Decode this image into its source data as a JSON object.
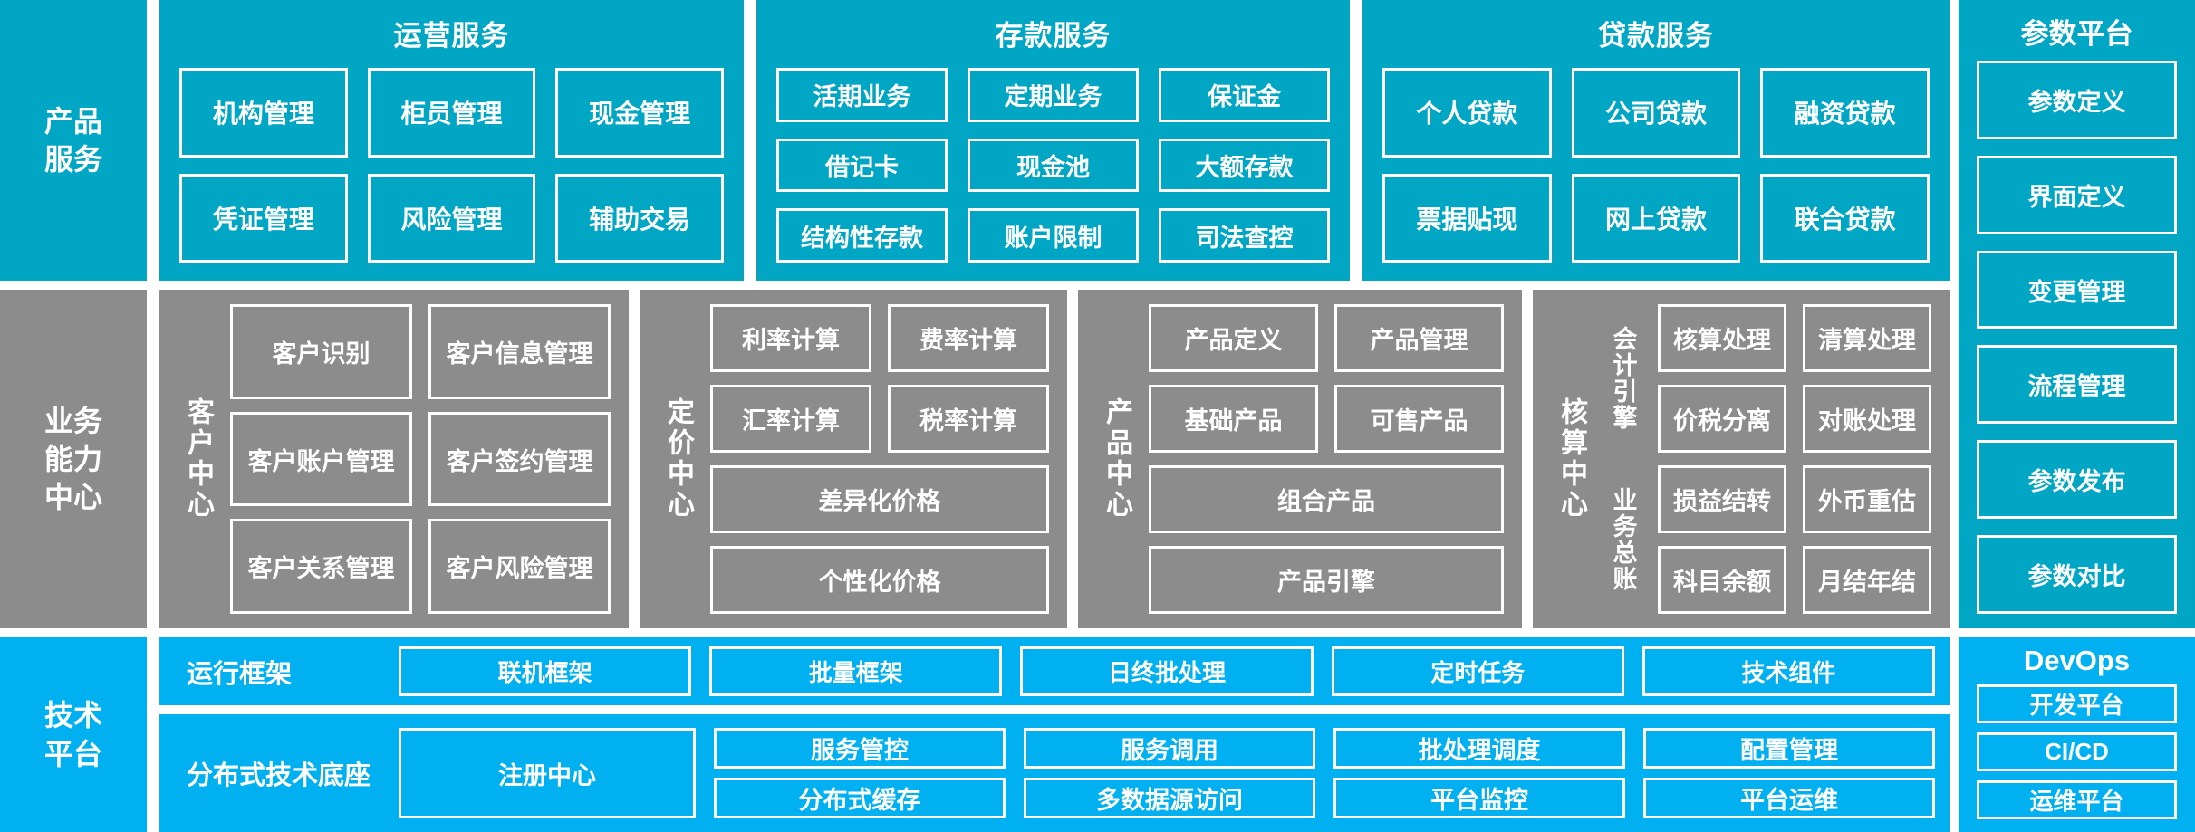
{
  "tiers": {
    "product_service": "产品\n服务",
    "business_capability": "业务\n能力\n中心",
    "technical_platform": "技术\n平台"
  },
  "product_service": {
    "groups": [
      {
        "title": "运营服务",
        "items": [
          "机构管理",
          "柜员管理",
          "现金管理",
          "凭证管理",
          "风险管理",
          "辅助交易"
        ]
      },
      {
        "title": "存款服务",
        "items": [
          "活期业务",
          "定期业务",
          "保证金",
          "借记卡",
          "现金池",
          "大额存款",
          "结构性存款",
          "账户限制",
          "司法查控"
        ]
      },
      {
        "title": "贷款服务",
        "items": [
          "个人贷款",
          "公司贷款",
          "融资贷款",
          "票据贴现",
          "网上贷款",
          "联合贷款"
        ]
      }
    ]
  },
  "business_capability": {
    "centers": [
      {
        "label": "客户中心",
        "rows": [
          [
            "客户识别",
            "客户信息管理"
          ],
          [
            "客户账户管理",
            "客户签约管理"
          ],
          [
            "客户关系管理",
            "客户风险管理"
          ]
        ]
      },
      {
        "label": "定价中心",
        "rows": [
          [
            "利率计算",
            "费率计算"
          ],
          [
            "汇率计算",
            "税率计算"
          ],
          [
            "差异化价格"
          ],
          [
            "个性化价格"
          ]
        ]
      },
      {
        "label": "产品中心",
        "rows": [
          [
            "产品定义",
            "产品管理"
          ],
          [
            "基础产品",
            "可售产品"
          ],
          [
            "组合产品"
          ],
          [
            "产品引擎"
          ]
        ]
      },
      {
        "label": "核算中心",
        "sub_groups": [
          {
            "label": "会计引擎",
            "rows": [
              [
                "核算处理",
                "清算处理"
              ],
              [
                "价税分离",
                "对账处理"
              ]
            ]
          },
          {
            "label": "业务总账",
            "rows": [
              [
                "损益结转",
                "外币重估"
              ],
              [
                "科目余额",
                "月结年结"
              ]
            ]
          }
        ]
      }
    ]
  },
  "technical_platform": {
    "strips": [
      {
        "name": "运行框架",
        "items": [
          "联机框架",
          "批量框架",
          "日终批处理",
          "定时任务",
          "技术组件"
        ]
      },
      {
        "name": "分布式技术底座",
        "lead": "注册中心",
        "columns": [
          [
            "服务管控",
            "分布式缓存"
          ],
          [
            "服务调用",
            "多数据源访问"
          ],
          [
            "批处理调度",
            "平台监控"
          ],
          [
            "配置管理",
            "平台运维"
          ]
        ]
      }
    ]
  },
  "parameter_platform": {
    "title": "参数平台",
    "items": [
      "参数定义",
      "界面定义",
      "变更管理",
      "流程管理",
      "参数发布",
      "参数对比"
    ]
  },
  "devops": {
    "title": "DevOps",
    "items": [
      "开发平台",
      "CI/CD",
      "运维平台"
    ]
  },
  "colors": {
    "teal": "#00A6C4",
    "gray": "#8C8C8C",
    "blue": "#00B0F0",
    "border": "#FFFFFF"
  }
}
